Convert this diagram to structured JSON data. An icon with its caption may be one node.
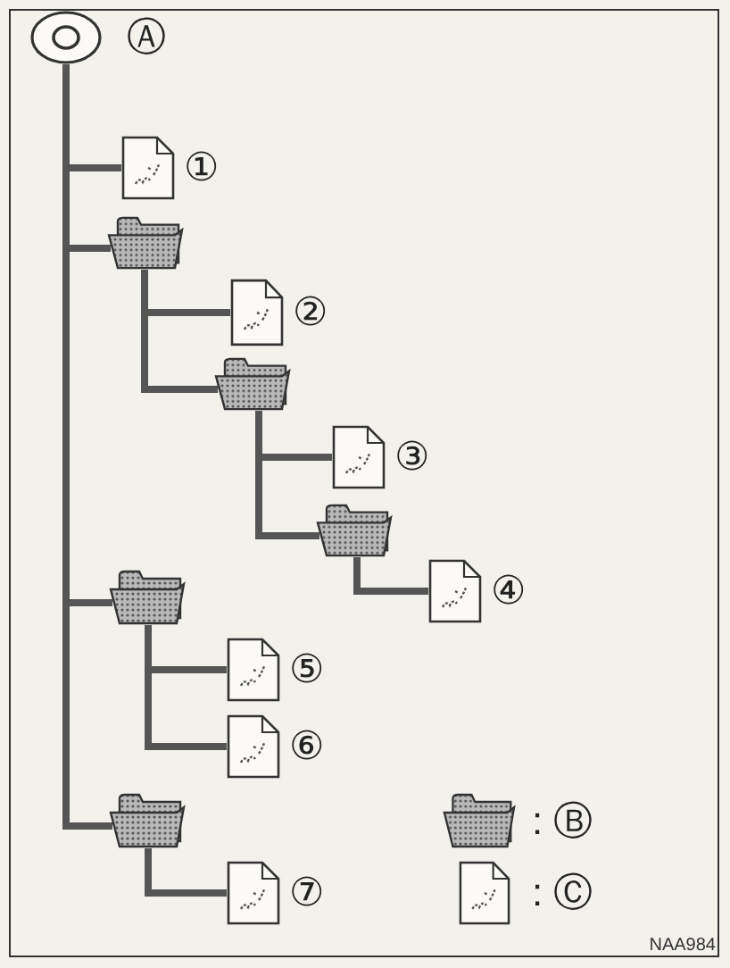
{
  "diagram": {
    "nodes": [
      {
        "text": [],
        "shape": "circle",
        "beside": [
          "Ⓐ"
        ]
      },
      {
        "text": [],
        "shape": "document",
        "beside": [
          "①"
        ]
      },
      {
        "text": [],
        "shape": "folder"
      },
      {
        "text": [],
        "shape": "document",
        "beside": [
          "②"
        ]
      },
      {
        "text": [],
        "shape": "folder"
      },
      {
        "text": [],
        "shape": "document",
        "beside": [
          "③"
        ]
      },
      {
        "text": [],
        "shape": "folder"
      },
      {
        "text": [],
        "shape": "document",
        "beside": [
          "④"
        ]
      },
      {
        "text": [],
        "shape": "folder"
      },
      {
        "text": [],
        "shape": "document",
        "beside": [
          "⑤"
        ]
      },
      {
        "text": [],
        "shape": "document",
        "beside": [
          "⑥"
        ]
      },
      {
        "text": [],
        "shape": "folder"
      },
      {
        "text": [],
        "shape": "document",
        "beside": [
          "⑦"
        ]
      }
    ],
    "edges": [
      {
        "from": 0,
        "to": 1,
        "arrow": "none"
      },
      {
        "from": 0,
        "to": 2,
        "arrow": "none"
      },
      {
        "from": 2,
        "to": 3,
        "arrow": "none"
      },
      {
        "from": 2,
        "to": 4,
        "arrow": "none"
      },
      {
        "from": 4,
        "to": 5,
        "arrow": "none"
      },
      {
        "from": 4,
        "to": 6,
        "arrow": "none"
      },
      {
        "from": 6,
        "to": 7,
        "arrow": "none"
      },
      {
        "from": 0,
        "to": 8,
        "arrow": "none"
      },
      {
        "from": 8,
        "to": 9,
        "arrow": "none"
      },
      {
        "from": 8,
        "to": 10,
        "arrow": "none"
      },
      {
        "from": 0,
        "to": 11,
        "arrow": "none"
      },
      {
        "from": 11,
        "to": 12,
        "arrow": "none"
      }
    ],
    "labels": [
      "NAA984"
    ],
    "legend": [
      {
        "text": ": Ⓑ"
      },
      {
        "text": ": Ⓒ"
      }
    ]
  }
}
